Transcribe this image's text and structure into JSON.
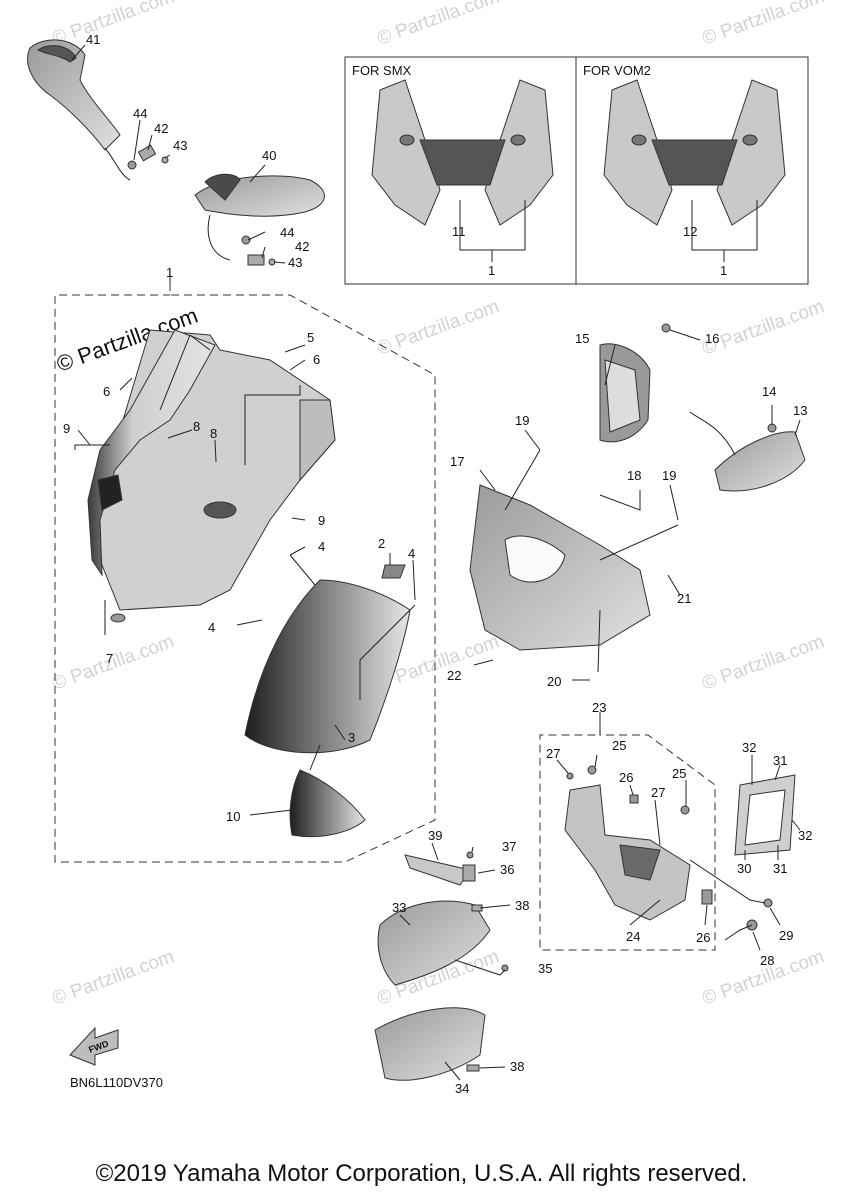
{
  "diagram": {
    "watermark_text": "© Partzilla.com",
    "diagram_code": "BN6L110DV370",
    "fwd_label": "FWD",
    "copyright": "©2019 Yamaha Motor Corporation, U.S.A. All rights reserved.",
    "insets": [
      {
        "title": "FOR SMX",
        "callouts": [
          "11",
          "1"
        ]
      },
      {
        "title": "FOR VOM2",
        "callouts": [
          "12",
          "1"
        ]
      }
    ],
    "callouts": [
      "41",
      "44",
      "42",
      "43",
      "40",
      "44",
      "42",
      "43",
      "1",
      "5",
      "6",
      "6",
      "9",
      "8",
      "8",
      "9",
      "4",
      "2",
      "4",
      "4",
      "3",
      "7",
      "10",
      "15",
      "16",
      "14",
      "13",
      "19",
      "17",
      "18",
      "19",
      "21",
      "22",
      "20",
      "23",
      "27",
      "25",
      "26",
      "25",
      "27",
      "24",
      "26",
      "29",
      "28",
      "32",
      "31",
      "32",
      "30",
      "31",
      "39",
      "37",
      "36",
      "38",
      "33",
      "35",
      "38",
      "34"
    ],
    "colors": {
      "part_fill": "#c8c8c8",
      "part_dark": "#6a6a6a",
      "line": "#222222",
      "watermark": "#d2d2d2"
    }
  }
}
